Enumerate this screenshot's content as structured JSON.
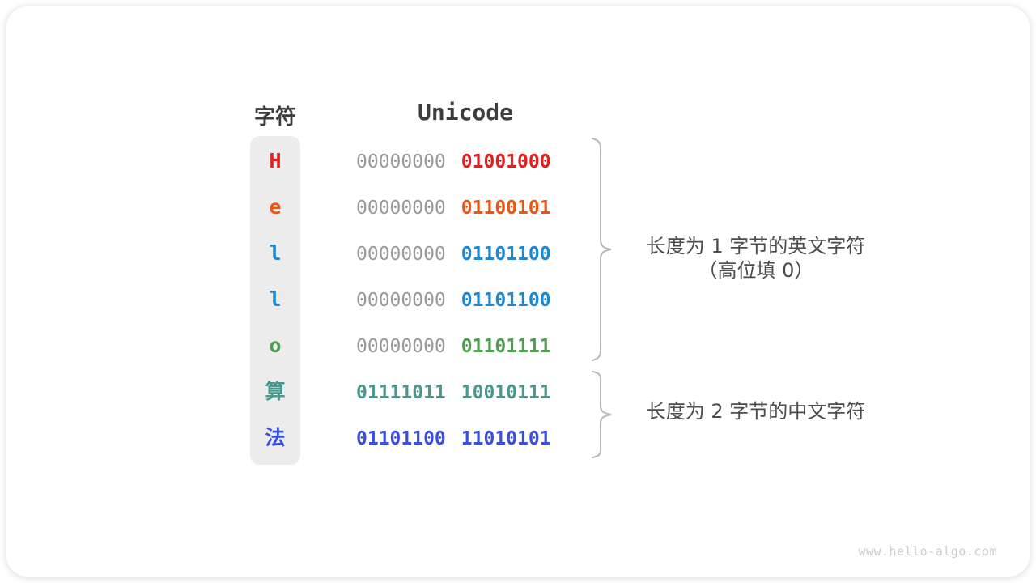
{
  "table": {
    "char_header": "字符",
    "unicode_header": "Unicode",
    "rows": [
      {
        "char": "H",
        "color": "#e02020",
        "byte1": "00000000",
        "byte2": "01001000",
        "byte1_color": "#999999"
      },
      {
        "char": "e",
        "color": "#ee5511",
        "byte1": "00000000",
        "byte2": "01100101",
        "byte1_color": "#999999"
      },
      {
        "char": "l",
        "color": "#1c87d2",
        "byte1": "00000000",
        "byte2": "01101100",
        "byte1_color": "#999999"
      },
      {
        "char": "l",
        "color": "#1c87d2",
        "byte1": "00000000",
        "byte2": "01101100",
        "byte1_color": "#999999"
      },
      {
        "char": "o",
        "color": "#4d9e4f",
        "byte1": "00000000",
        "byte2": "01101111",
        "byte1_color": "#999999"
      },
      {
        "char": "算",
        "color": "#47998f",
        "byte1": "01111011",
        "byte2": "10010111",
        "byte1_color": "#47998f"
      },
      {
        "char": "法",
        "color": "#3a50dc",
        "byte1": "01101100",
        "byte2": "11010101",
        "byte1_color": "#3a50dc"
      }
    ]
  },
  "annotations": {
    "english": {
      "line1": "长度为 1 字节的英文字符",
      "line2": "（高位填 0）"
    },
    "chinese": {
      "line1": "长度为 2 字节的中文字符"
    }
  },
  "colors": {
    "brace": "#b8b8b8",
    "zero_gray": "#999999",
    "header_text": "#3d3d3d",
    "annotation_text": "#4b4b4b",
    "column_bg": "#ececec"
  },
  "watermark": "www.hello-algo.com"
}
